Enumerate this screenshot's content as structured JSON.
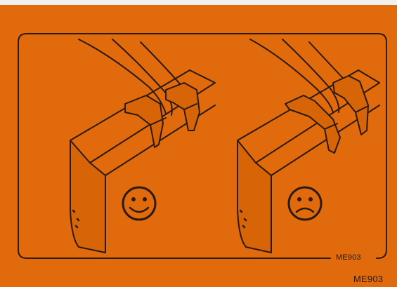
{
  "figure": {
    "background_color": "#e06a0c",
    "line_color": "#2a1a10",
    "panels": [
      {
        "id": "correct",
        "face": "smiley-face-icon"
      },
      {
        "id": "incorrect",
        "face": "frowning-face-icon"
      }
    ],
    "code_inner": "ME903",
    "code_outer": "ME903"
  }
}
